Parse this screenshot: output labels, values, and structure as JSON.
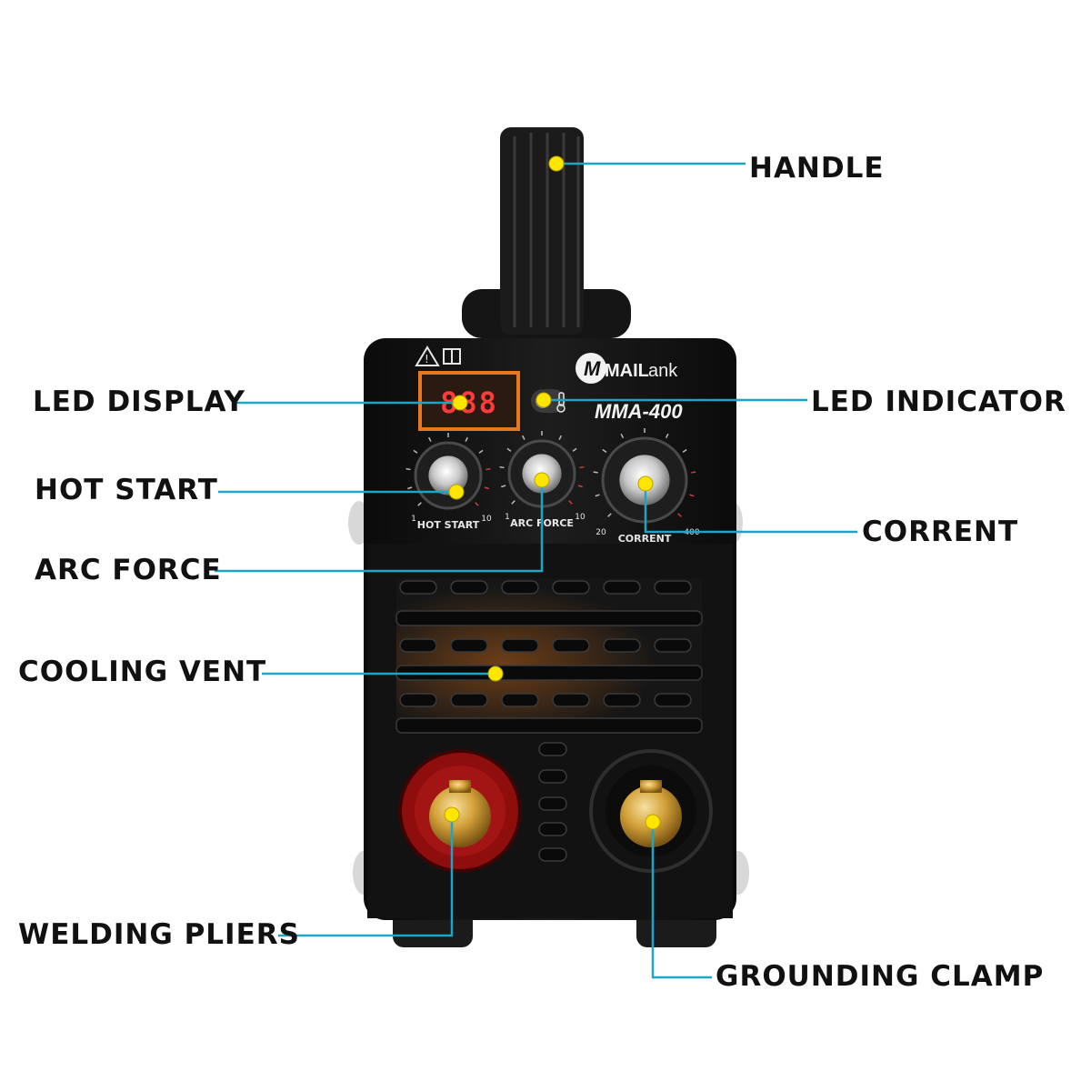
{
  "colors": {
    "leader_line": "#1aa6c4",
    "dot": "#ffe600",
    "body": "#151515",
    "display_digits": "#ff3b3b",
    "display_frame": "#e8771e",
    "red_terminal": "#8e0d0d",
    "brass": "#d4a23a"
  },
  "machine": {
    "brand": "MAIL",
    "brand_suffix": "ank",
    "model": "MMA-400",
    "display_value": "888",
    "warning_icon": "warning-triangle-icon",
    "manual_icon": "manual-book-icon",
    "thermometer_icon": "thermometer-icon",
    "knobs": [
      {
        "label": "HOT START",
        "min": "1",
        "max": "10"
      },
      {
        "label": "ARC FORCE",
        "min": "1",
        "max": "10"
      },
      {
        "label": "CORRENT",
        "min": "20",
        "max": "400"
      }
    ]
  },
  "callouts": [
    {
      "id": "handle",
      "label": "HANDLE"
    },
    {
      "id": "led-display",
      "label": "LED DISPLAY"
    },
    {
      "id": "led-indicator",
      "label": "LED INDICATOR"
    },
    {
      "id": "hot-start",
      "label": "HOT START"
    },
    {
      "id": "corrent",
      "label": "CORRENT"
    },
    {
      "id": "arc-force",
      "label": "ARC FORCE"
    },
    {
      "id": "cooling-vent",
      "label": "COOLING VENT"
    },
    {
      "id": "welding-pliers",
      "label": "WELDING PLIERS"
    },
    {
      "id": "grounding-clamp",
      "label": "GROUNDING CLAMP"
    }
  ]
}
